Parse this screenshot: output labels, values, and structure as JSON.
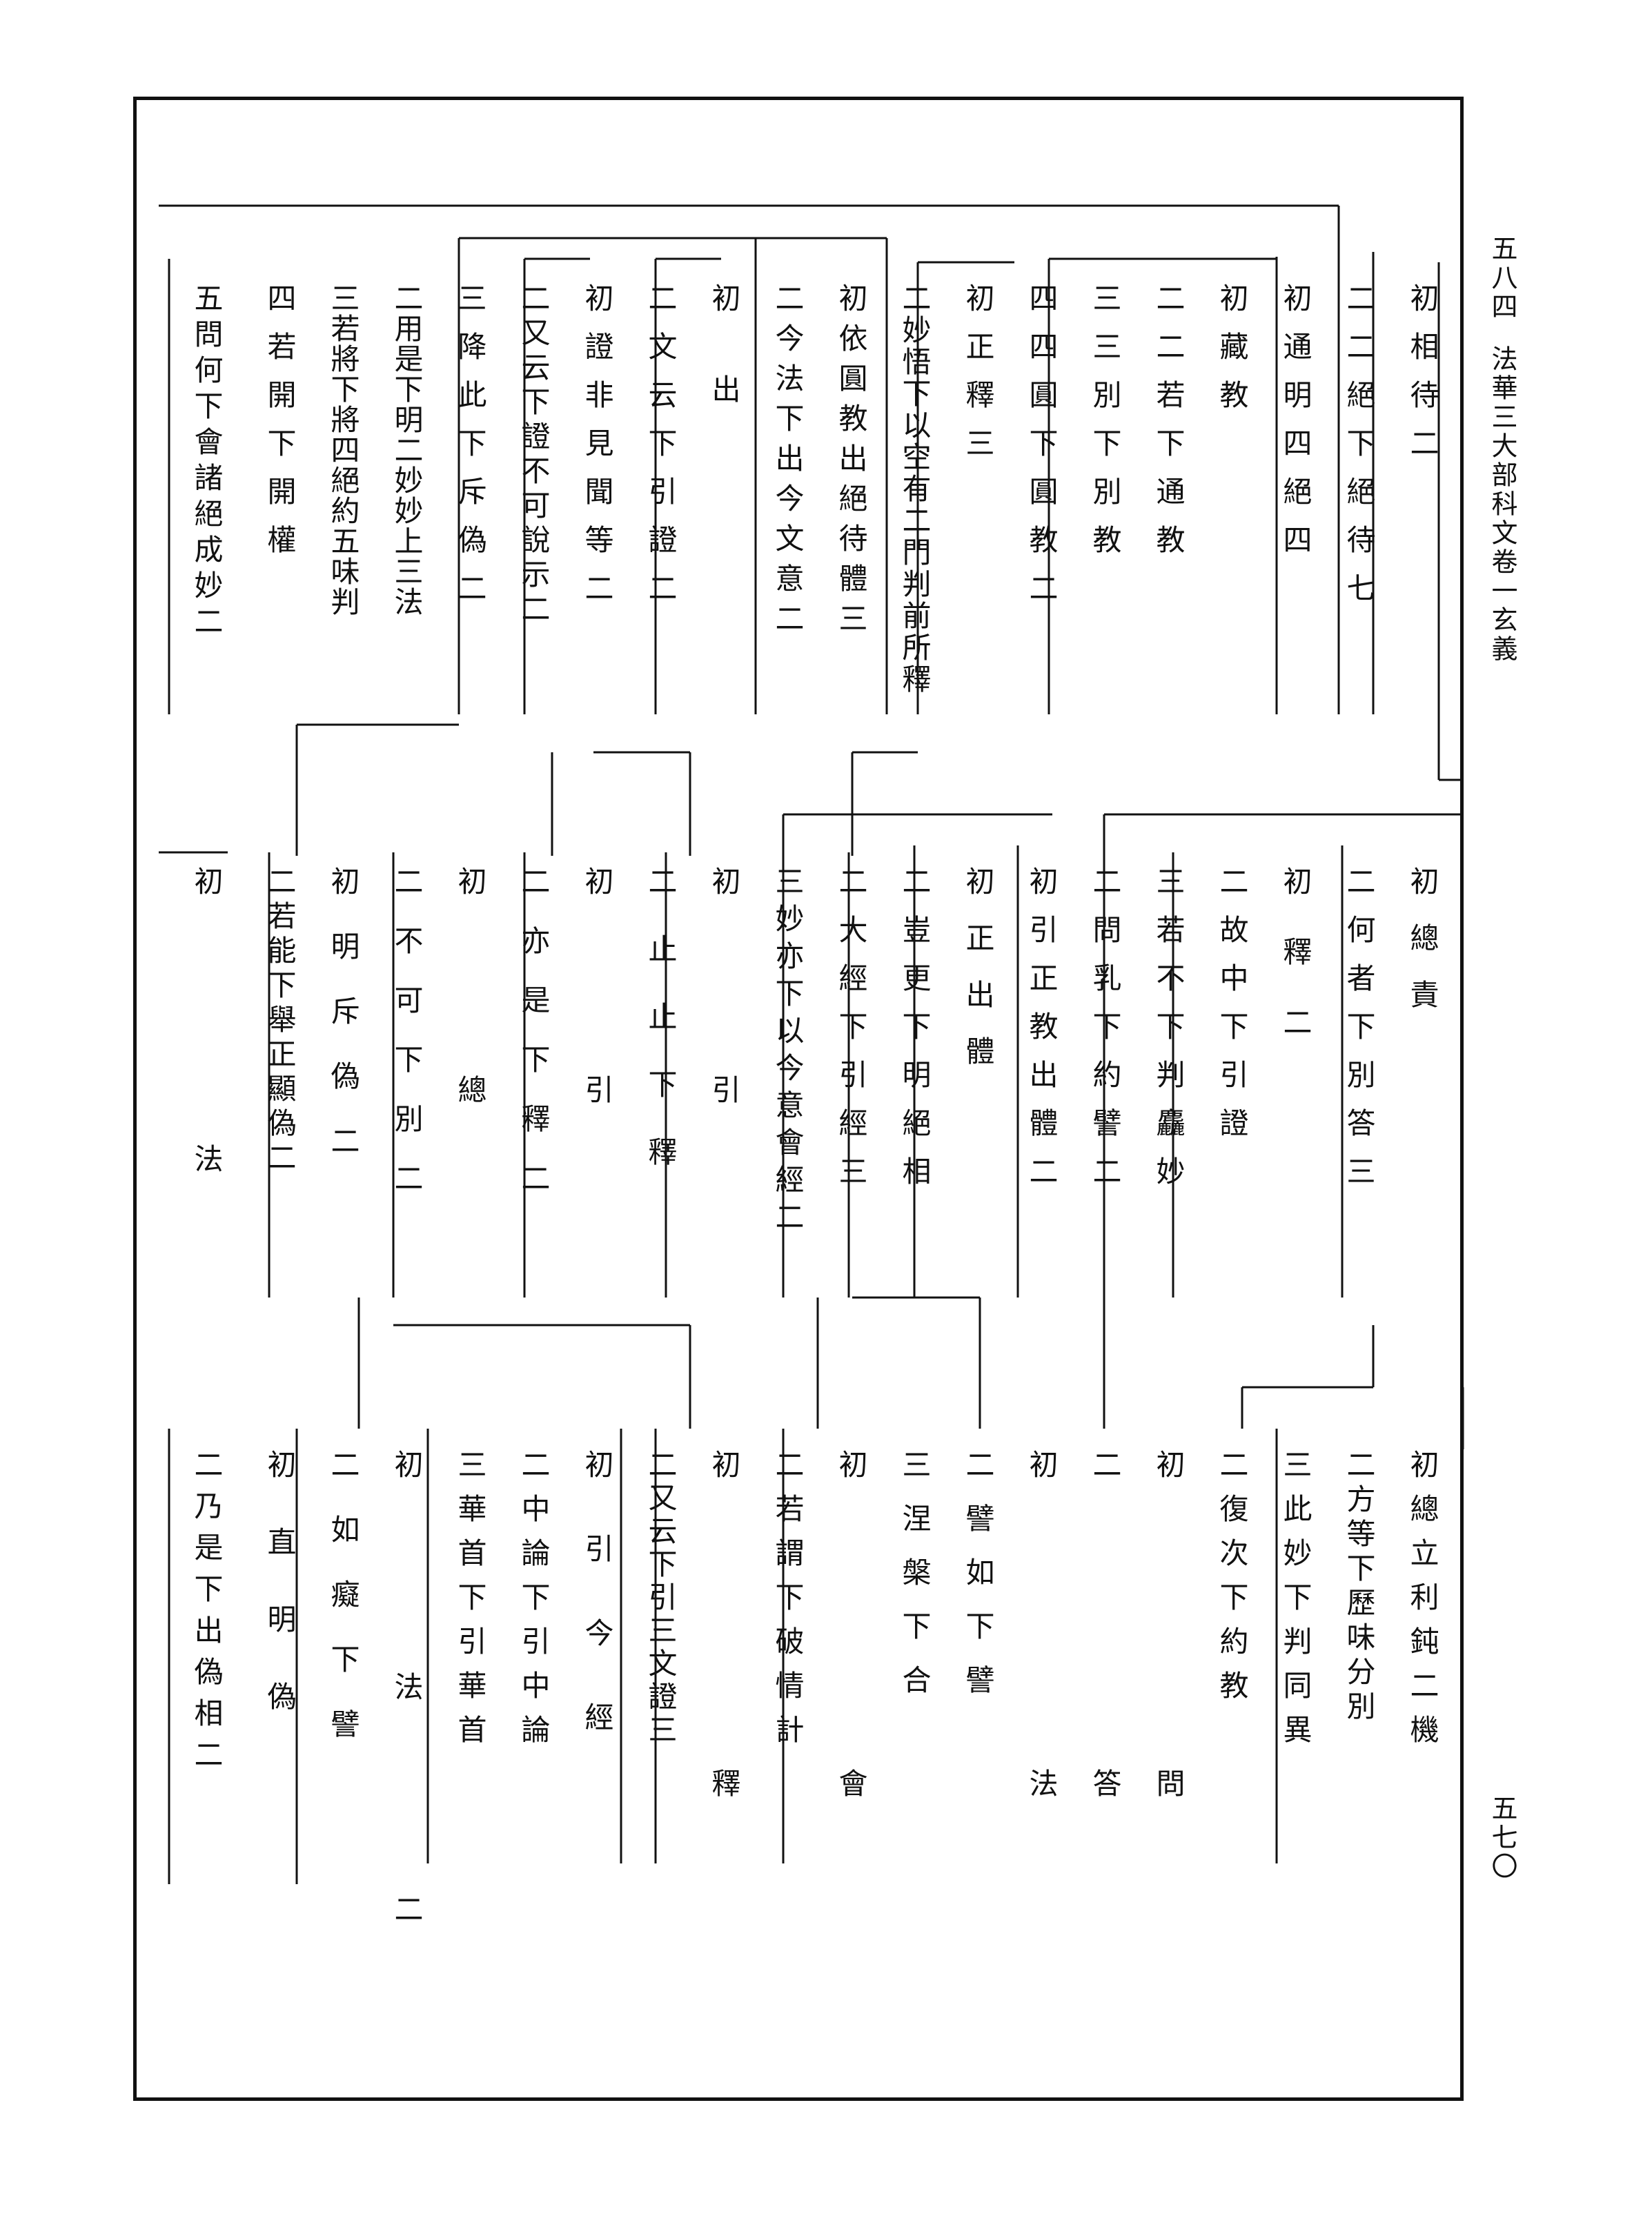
{
  "margin": {
    "top_page_number": "五八四",
    "running_title": "法華三大部科文卷一玄義",
    "page_number": "五七〇"
  },
  "tiers": [
    {
      "id": "tier1",
      "entries": [
        "初相待二",
        "二二絕下絕待七",
        "初通明四絕四",
        "初藏教",
        "二二若下通教",
        "三三別下別教",
        "四四圓下圓教二",
        "初正釋三",
        "二妙悟下以空有二門判前所釋",
        "初依圓教出絕待體三",
        "二今法下出今文意二",
        "初出",
        "二文云下引證二",
        "初證非見聞等二",
        "二又云下證不可說示二",
        "三降此下斥偽二",
        "二用是下明二妙妙上三法",
        "三若將下將四絕約五味判",
        "四若開下開權",
        "五問何下會諸絕成妙二"
      ]
    },
    {
      "id": "tier2",
      "entries": [
        "初總責",
        "二何者下別答三",
        "初釋二",
        "二故中下引證",
        "三若不下判麤妙",
        "二問乳下約譬二",
        "初引正教出體二",
        "初正出體",
        "二豈更下明絕相",
        "二大經下引經三",
        "三妙亦下以今意會經二",
        "初引",
        "二止止下釋",
        "初引",
        "二亦是下釋二",
        "初總",
        "二不可下別二",
        "初明斥偽二",
        "二若能下舉正顯偽二",
        "初法"
      ]
    },
    {
      "id": "tier3",
      "entries": [
        "初總立利鈍二機",
        "二方等下歷味分別",
        "三此妙下判同異",
        "二復次下約教",
        "初問",
        "二答",
        "初法",
        "二譬如下譬",
        "三涅槃下合",
        "初會",
        "二若謂下破情計",
        "初釋",
        "二又云下引三文證三",
        "初引今經",
        "二中論下引中論",
        "三華首下引華首",
        "初法二",
        "二如癡下譬",
        "初直明偽",
        "二乃是下出偽相二"
      ]
    }
  ]
}
